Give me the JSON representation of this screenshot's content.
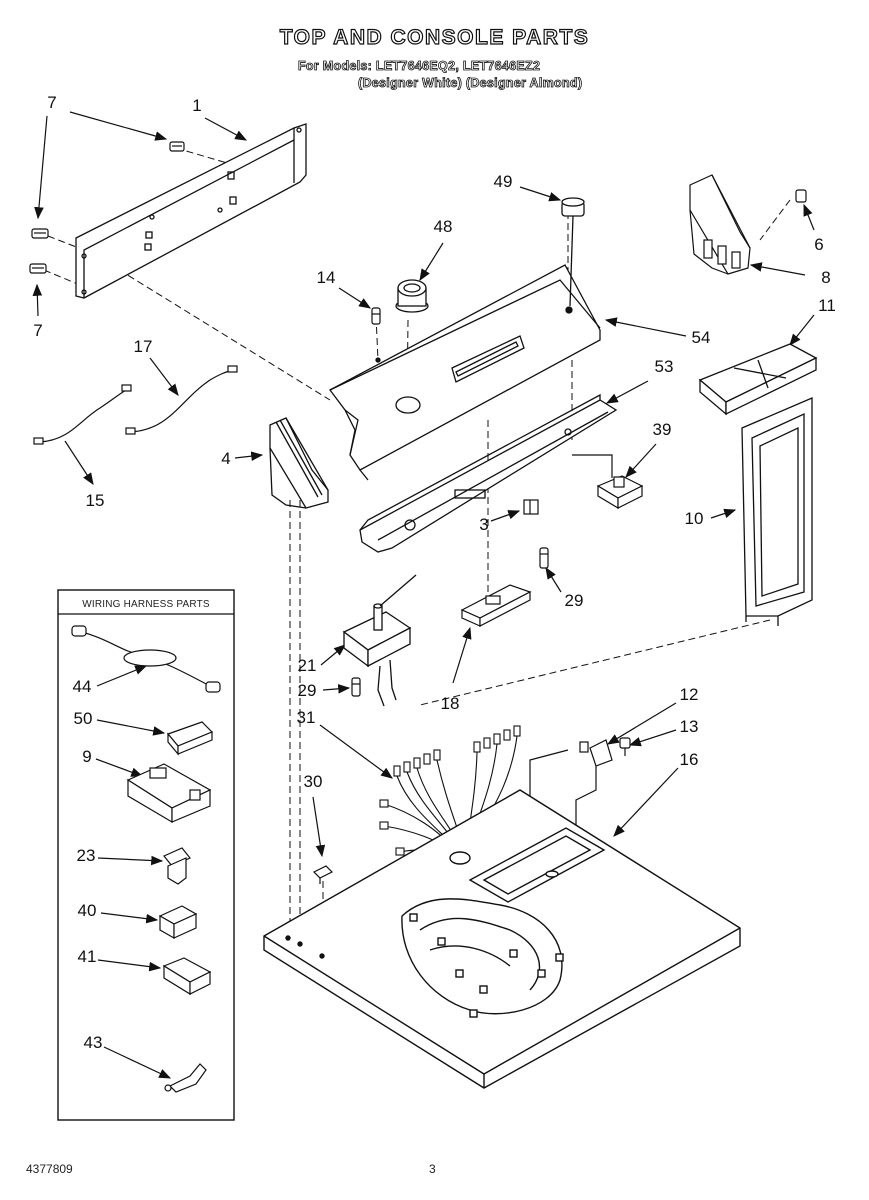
{
  "header": {
    "title": "TOP AND CONSOLE PARTS",
    "models_line": "For Models: LET7646EQ2, LET7646EZ2",
    "colors_line": "(Designer White) (Designer Almond)"
  },
  "wiring_box": {
    "title": "WIRING HARNESS PARTS"
  },
  "callouts": {
    "c7a": "7",
    "c1": "1",
    "c7b": "7",
    "c17": "17",
    "c15": "15",
    "c4": "4",
    "c14": "14",
    "c48": "48",
    "c49": "49",
    "c6": "6",
    "c8": "8",
    "c11": "11",
    "c54": "54",
    "c53": "53",
    "c39": "39",
    "c10": "10",
    "c3": "3",
    "c29a": "29",
    "c21": "21",
    "c29b": "29",
    "c18": "18",
    "c31": "31",
    "c12": "12",
    "c13": "13",
    "c16": "16",
    "c30": "30",
    "c44": "44",
    "c50": "50",
    "c9": "9",
    "c23": "23",
    "c40": "40",
    "c41": "41",
    "c43": "43"
  },
  "footer": {
    "doc_number": "4377809",
    "page_number": "3"
  }
}
